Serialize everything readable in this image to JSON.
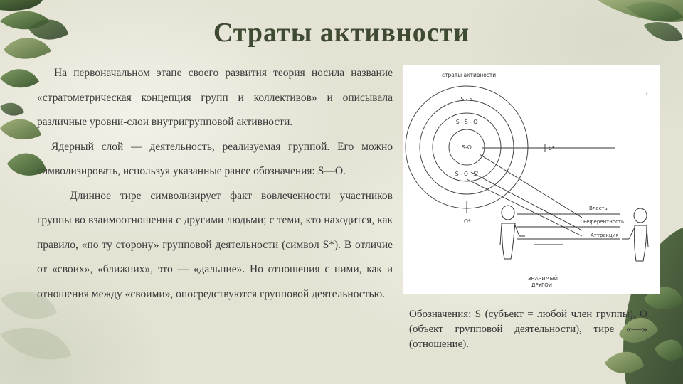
{
  "slide": {
    "title": "Страты активности"
  },
  "body": {
    "paragraph1": "На первоначальном этапе своего развития теория носила название «стратометрическая концепция групп и коллективов» и описывала различные уровни-слои внутригрупповой активности.",
    "paragraph2": "Ядерный слой — деятельность, реализуемая группой. Его можно символизировать, используя указанные ранее обозначения: S—O.",
    "paragraph3": "Длинное тире символизирует факт вовлеченности участников группы во взаимоотношения с другими людьми; с теми, кто находится, как правило, «по ту сторону» групповой деятельности (символ S*). В отличие от «своих», «ближних», это — «дальние». Но отношения с ними, как и отношения между «своими», опосредствуются групповой деятельностью."
  },
  "diagram": {
    "heading": "страты активности",
    "ring_outer": "S - S",
    "ring_middle": "S - S - O",
    "core": "S-O",
    "ring_bottom": "S - O - S'",
    "s_star": "S*",
    "o_star": "O*",
    "line_power": "Власть",
    "line_reference": "Референтность",
    "line_attraction": "Аттракция",
    "significant_other_line1": "ЗНАЧИМЫЙ",
    "significant_other_line2": "ДРУГОЙ"
  },
  "caption": {
    "text": "Обозначения: S (субъект = любой член группы), O (объект групповой деятельности), тире «—» (отношение)."
  }
}
